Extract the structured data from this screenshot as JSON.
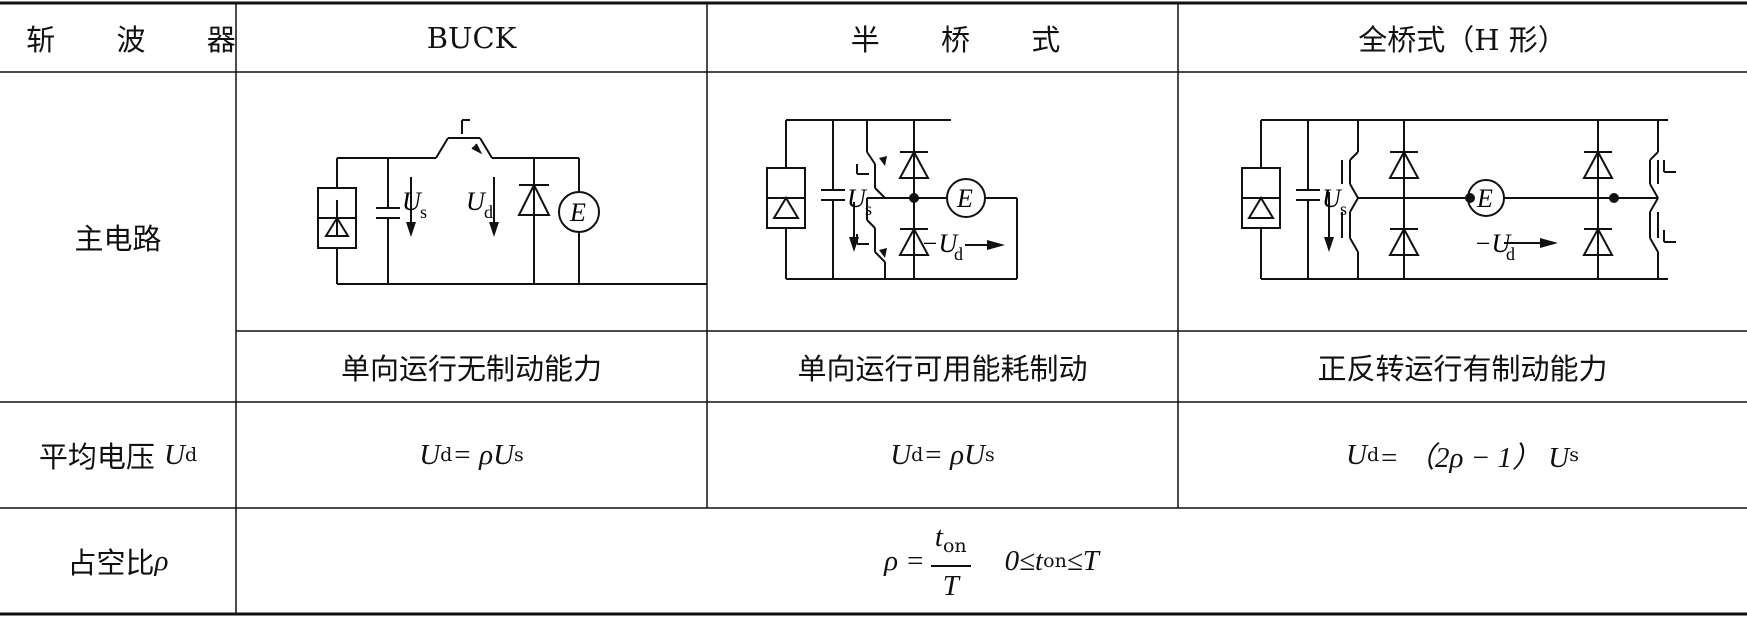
{
  "header": {
    "col0": "斩 波 器",
    "col1": "BUCK",
    "col2": "半 桥 式",
    "col3": "全桥式（H 形）"
  },
  "rows": {
    "circuit": {
      "label": "主电路",
      "buck": {
        "source_label": "U",
        "source_sub": "s",
        "out_label": "U",
        "out_sub": "d",
        "motor": "E"
      },
      "half": {
        "source_label": "U",
        "source_sub": "s",
        "out_label": "−U",
        "out_sub": "d",
        "motor": "E"
      },
      "full": {
        "source_label": "U",
        "source_sub": "s",
        "out_label": "−U",
        "out_sub": "d",
        "motor": "E"
      }
    },
    "capability": {
      "buck": "单向运行无制动能力",
      "half": "单向运行可用能耗制动",
      "full": "正反转运行有制动能力"
    },
    "avg_voltage": {
      "label": "平均电压",
      "label_sym": "U",
      "label_sub": "d",
      "buck": {
        "lhs": "U",
        "lhs_sub": "d",
        "eq": " = ρU",
        "rhs_sub": "s"
      },
      "half": {
        "lhs": "U",
        "lhs_sub": "d",
        "eq": " = ρU",
        "rhs_sub": "s"
      },
      "full": {
        "lhs": "U",
        "lhs_sub": "d",
        "eq": " = （2ρ − 1） U",
        "rhs_sub": "s"
      }
    },
    "duty": {
      "label": "占空比",
      "label_sym": "ρ",
      "rho": "ρ = ",
      "num": "t",
      "num_sub": "on",
      "den": "T",
      "range_a": "0≤t",
      "range_sub": "on",
      "range_b": "≤T"
    }
  }
}
